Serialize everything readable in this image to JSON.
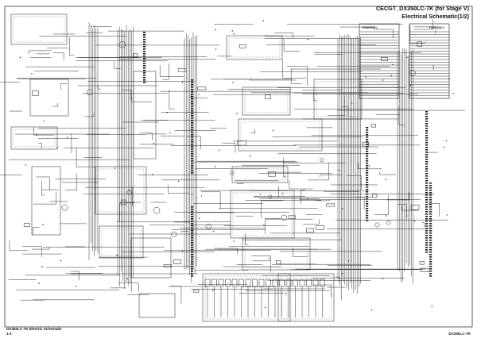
{
  "title": {
    "line1": "CECGT_DX350LC-7K (for Stage V)",
    "line2": "Electrical Schematic(1/2)"
  },
  "fuse_boxes": {
    "box1": "FUSE BOX 1",
    "box2": "FUSE BOX 2"
  },
  "footer": {
    "left_line1": "DX350LC-7K Electric Schematic",
    "left_line2": "1-2",
    "right": "DX350LC-7K"
  },
  "colors": {
    "line": "#1a1a1a",
    "background": "#ffffff",
    "dashed": "#555555"
  }
}
